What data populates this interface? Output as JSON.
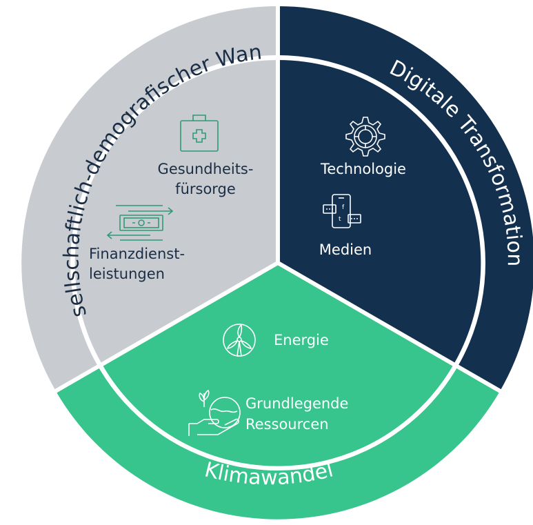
{
  "colors": {
    "grey": "#c8ccd1",
    "navy": "#13304e",
    "green": "#37c48d",
    "white": "#ffffff",
    "dark_text": "#1b2d44",
    "icon_green": "#2e9a72"
  },
  "segments": {
    "social": {
      "ring_label": "Gesellschaftlich-demografischer Wandel",
      "items": [
        {
          "icon": "medical-kit-icon",
          "label_line1": "Gesundheits-",
          "label_line2": "fürsorge"
        },
        {
          "icon": "money-transfer-icon",
          "label_line1": "Finanzdienst-",
          "label_line2": "leistungen"
        }
      ]
    },
    "digital": {
      "ring_label": "Digitale Transformation",
      "items": [
        {
          "icon": "gear-icon",
          "label_line1": "Technologie"
        },
        {
          "icon": "smartphone-social-icon",
          "label_line1": "Medien"
        }
      ]
    },
    "climate": {
      "ring_label": "Klimawandel",
      "items": [
        {
          "icon": "wind-turbine-icon",
          "label_line1": "Energie"
        },
        {
          "icon": "hand-plant-globe-icon",
          "label_line1": "Grundlegende",
          "label_line2": "Ressourcen"
        }
      ]
    }
  }
}
